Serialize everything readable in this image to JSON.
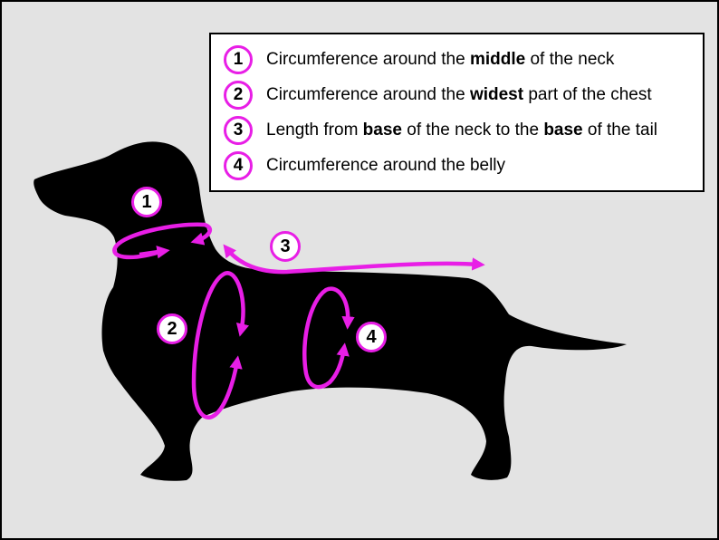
{
  "legend": {
    "items": [
      {
        "number": "1",
        "pre": "Circumference around the ",
        "bold1": "middle",
        "post1": " of the neck",
        "bold2": "",
        "post2": ""
      },
      {
        "number": "2",
        "pre": "Circumference around the ",
        "bold1": "widest",
        "post1": " part of the chest",
        "bold2": "",
        "post2": ""
      },
      {
        "number": "3",
        "pre": "Length from ",
        "bold1": "base",
        "post1": " of the neck to the ",
        "bold2": "base",
        "post2": " of the tail"
      },
      {
        "number": "4",
        "pre": "Circumference around the belly",
        "bold1": "",
        "post1": "",
        "bold2": "",
        "post2": ""
      }
    ]
  },
  "markers": {
    "neck": "1",
    "chest": "2",
    "length": "3",
    "belly": "4"
  },
  "colors": {
    "accent": "#e81ee6",
    "background": "#e3e3e3",
    "silhouette": "#000000"
  }
}
